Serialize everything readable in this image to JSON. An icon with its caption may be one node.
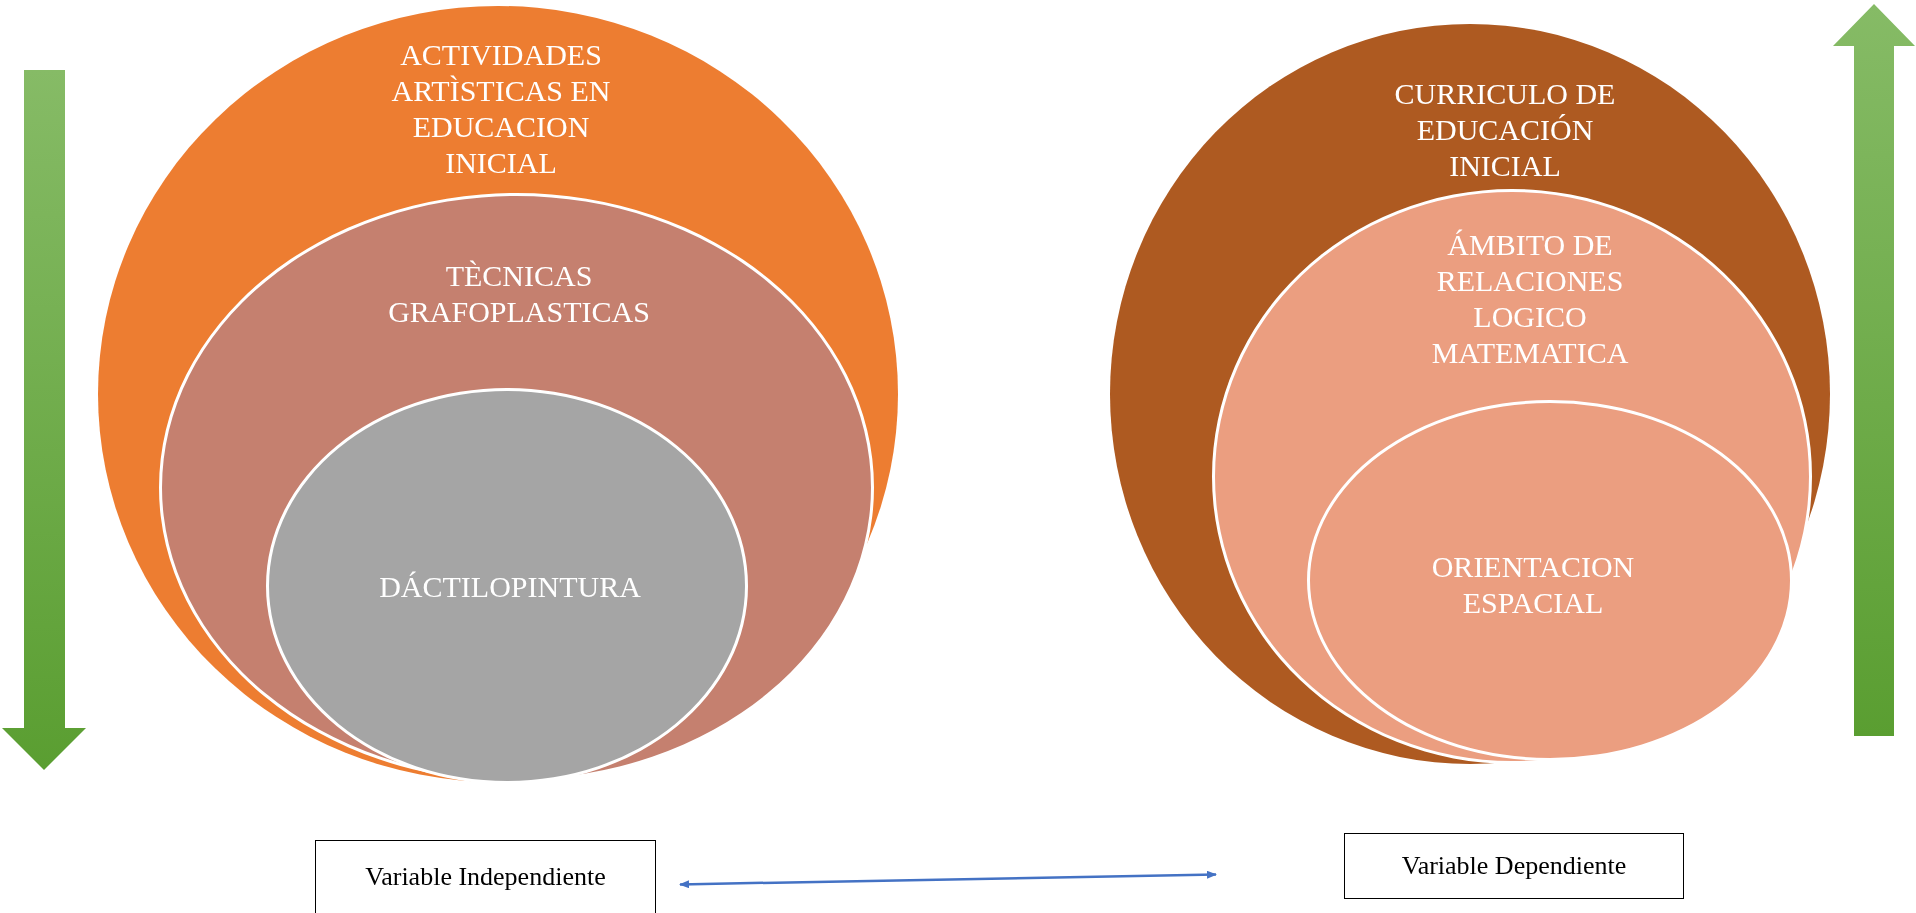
{
  "diagram": {
    "nodes": [
      {
        "text": [
          "ACTIVIDADES ARTÌSTICAS EN EDUCACION INICIAL"
        ]
      },
      {
        "text": [
          "TÈCNICAS GRAFOPLASTICAS"
        ],
        "in": 0
      },
      {
        "text": [
          "DÁCTILOPINTURA"
        ],
        "in": 1
      },
      {
        "text": [
          "CURRICULO DE EDUCACIÓN INICIAL"
        ]
      },
      {
        "text": [
          "ÁMBITO DE RELACIONES LOGICO MATEMATICA"
        ],
        "in": 3
      },
      {
        "text": [
          "ORIENTACION ESPACIAL"
        ],
        "in": 4
      },
      {
        "text": [
          "Variable Independiente"
        ]
      },
      {
        "text": [
          "Variable Dependiente"
        ]
      }
    ],
    "edges": [
      {
        "from": 6,
        "to": 7,
        "arrow": "both"
      }
    ]
  }
}
